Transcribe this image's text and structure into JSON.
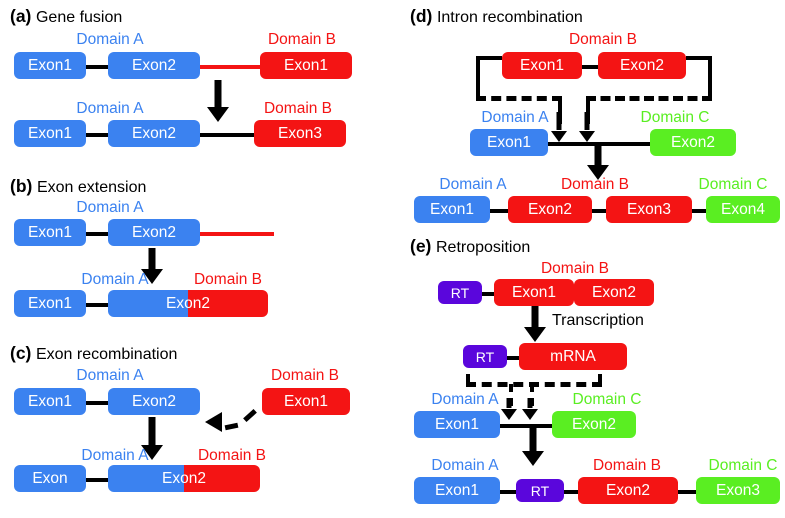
{
  "figure": {
    "colors": {
      "domain_a_blue": "#3b82f0",
      "domain_b_red": "#f41414",
      "domain_c_green": "#5aee22",
      "rt_purple": "#5a06dc",
      "connector_black": "#000000",
      "background": "#ffffff"
    }
  },
  "panels": {
    "a": {
      "tag": "(a)",
      "title": "Gene fusion",
      "row1": {
        "cap_left": "Domain A",
        "cap_right": "Domain B",
        "boxes": [
          "Exon1",
          "Exon2",
          "Exon1"
        ]
      },
      "row2": {
        "cap_left": "Domain A",
        "cap_right": "Domain B",
        "boxes": [
          "Exon1",
          "Exon2",
          "Exon3"
        ]
      }
    },
    "b": {
      "tag": "(b)",
      "title": "Exon extension",
      "row1": {
        "cap_left": "Domain A",
        "boxes": [
          "Exon1",
          "Exon2"
        ]
      },
      "row2": {
        "cap_left": "Domain A",
        "cap_right": "Domain B",
        "boxes": [
          "Exon1",
          "Exon2"
        ]
      }
    },
    "c": {
      "tag": "(c)",
      "title": "Exon recombination",
      "row1": {
        "cap_left": "Domain A",
        "cap_right": "Domain B",
        "boxes": [
          "Exon1",
          "Exon2",
          "Exon1"
        ]
      },
      "row2": {
        "cap_left": "Domain A",
        "cap_right": "Domain B",
        "boxes": [
          "Exon",
          "Exon2"
        ]
      }
    },
    "d": {
      "tag": "(d)",
      "title": "Intron recombination",
      "row1": {
        "cap_center": "Domain B",
        "boxes": [
          "Exon1",
          "Exon2"
        ]
      },
      "row2": {
        "cap_left": "Domain A",
        "cap_right": "Domain C",
        "boxes": [
          "Exon1",
          "Exon2"
        ]
      },
      "row3": {
        "cap_a": "Domain A",
        "cap_b": "Domain B",
        "cap_c": "Domain C",
        "boxes": [
          "Exon1",
          "Exon2",
          "Exon3",
          "Exon4"
        ]
      }
    },
    "e": {
      "tag": "(e)",
      "title": "Retroposition",
      "row1": {
        "cap_center": "Domain B",
        "rt": "RT",
        "boxes": [
          "Exon1",
          "Exon2"
        ]
      },
      "arrow_label": "Transcription",
      "row2": {
        "rt": "RT",
        "boxes": [
          "mRNA"
        ]
      },
      "row3": {
        "cap_left": "Domain A",
        "cap_right": "Domain C",
        "boxes": [
          "Exon1",
          "Exon2"
        ]
      },
      "row4": {
        "cap_a": "Domain A",
        "cap_b": "Domain B",
        "cap_c": "Domain C",
        "rt": "RT",
        "boxes": [
          "Exon1",
          "Exon2",
          "Exon3"
        ]
      }
    }
  }
}
